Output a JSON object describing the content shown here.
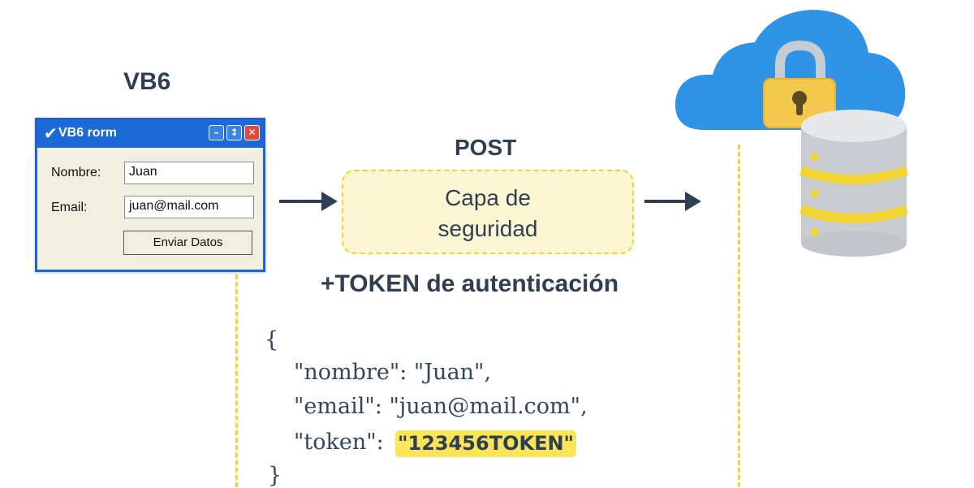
{
  "client": {
    "heading": "VB6",
    "window": {
      "title": "VB6 rorm",
      "controls": {
        "minimize": "–",
        "maximize": "↕",
        "close": "✕"
      },
      "fields": [
        {
          "label": "Nombre:",
          "value": "Juan"
        },
        {
          "label": "Email:",
          "value": "juan@mail.com"
        }
      ],
      "submit_label": "Enviar Datos"
    }
  },
  "request": {
    "method": "POST",
    "security_layer": [
      "Capa de",
      "seguridad"
    ],
    "token_note": "+TOKEN de autenticación"
  },
  "payload": {
    "open": "{",
    "line_nombre": "\"nombre\": \"Juan\",",
    "line_email": "\"email\": \"juan@mail.com\",",
    "token_key": "\"token\": ",
    "token_value": "\"123456TOKEN\"",
    "close": "}"
  },
  "colors": {
    "accent_yellow": "#f2d433",
    "highlight_yellow": "#fbe45a",
    "cloud_blue": "#2f93e6",
    "window_blue": "#1e63d6",
    "text_navy": "#2f3f52"
  },
  "icons": [
    "check-icon",
    "arrow-right-icon",
    "cloud-icon",
    "padlock-icon",
    "database-icon"
  ]
}
